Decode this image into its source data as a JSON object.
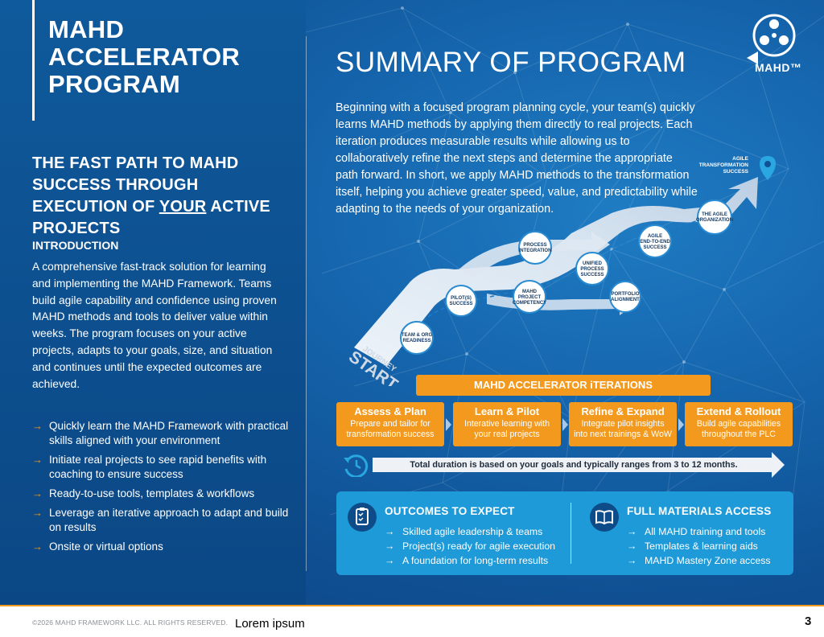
{
  "left": {
    "title": "MAHD\nACCELERATOR\nPROGRAM",
    "subtitle_pre": "THE FAST PATH TO MAHD SUCCESS THROUGH EXECUTION OF ",
    "subtitle_em": "YOUR",
    "subtitle_post": " ACTIVE PROJECTS",
    "intro_heading": "INTRODUCTION",
    "intro_text": "A comprehensive fast-track solution for learning and implementing the MAHD Framework. Teams build agile capability and confidence using proven MAHD methods and tools to deliver value within weeks. The program focuses on your active projects, adapts to your goals, size, and situation and continues until the expected outcomes are achieved.",
    "bullets": [
      "Quickly learn the MAHD Framework with practical skills aligned with your environment",
      "Initiate real projects to see rapid benefits with coaching to ensure success",
      "Ready-to-use tools, templates & workflows",
      "Leverage an iterative approach to adapt and build on results",
      "Onsite or virtual options"
    ]
  },
  "summary": {
    "title": "SUMMARY OF PROGRAM",
    "text": "Beginning with a focused program planning cycle, your team(s) quickly learns MAHD methods by applying them directly to real projects. Each iteration produces measurable results while allowing us to collaboratively refine the next steps and determine the appropriate path forward. In short, we apply MAHD methods to the transformation itself, helping you achieve greater speed, value, and predictability while adapting to the needs of your organization."
  },
  "logo": {
    "text": "MAHD™"
  },
  "journey": {
    "start_small": "JOURNEY",
    "start_big": "START",
    "goal_line1": "AGILE",
    "goal_line2": "TRANSFORMATION",
    "goal_line3": "SUCCESS",
    "milestones": [
      {
        "l1": "TEAM & ORG",
        "l2": "READINESS",
        "l3": ""
      },
      {
        "l1": "PILOT(S)",
        "l2": "SUCCESS",
        "l3": ""
      },
      {
        "l1": "MAHD",
        "l2": "PROJECT",
        "l3": "COMPETENCY"
      },
      {
        "l1": "PROCESS",
        "l2": "INTEGRATION",
        "l3": ""
      },
      {
        "l1": "UNIFIED",
        "l2": "PROCESS",
        "l3": "SUCCESS"
      },
      {
        "l1": "PORTFOLIO",
        "l2": "ALIGNMENT",
        "l3": ""
      },
      {
        "l1": "AGILE",
        "l2": "END-TO-END",
        "l3": "SUCCESS"
      },
      {
        "l1": "THE AGILE",
        "l2": "ORGANIZATION",
        "l3": ""
      }
    ]
  },
  "iterations": {
    "title": "MAHD ACCELERATOR iTERATIONS",
    "phases": [
      {
        "title": "Assess & Plan",
        "desc1": "Prepare and tailor for",
        "desc2": "transformation success"
      },
      {
        "title": "Learn & Pilot",
        "desc1": "Interative learning with",
        "desc2": "your real projects"
      },
      {
        "title": "Refine & Expand",
        "desc1": "Integrate pilot insights",
        "desc2": "into next trainings & WoW"
      },
      {
        "title": "Extend & Rollout",
        "desc1": "Build agile capabilities",
        "desc2": "throughout the PLC"
      }
    ],
    "duration": "Total duration is based on your goals and typically ranges from 3 to 12 months."
  },
  "outcomes": {
    "title": "OUTCOMES TO EXPECT",
    "items": [
      "Skilled agile leadership & teams",
      "Project(s) ready for agile execution",
      "A foundation for long-term results"
    ]
  },
  "materials": {
    "title": "FULL MATERIALS ACCESS",
    "items": [
      "All MAHD training and tools",
      "Templates & learning aids",
      "MAHD Mastery Zone access"
    ]
  },
  "footer": {
    "copyright": "©2026 MAHD FRAMEWORK LLC. ALL RIGHTS RESERVED.",
    "lorem": "Lorem ipsum",
    "page": "3"
  },
  "colors": {
    "accent_orange": "#f39a1e",
    "navy": "#0d4c88",
    "light_blue_box": "#1e9ad8"
  },
  "icons": [
    "clock-icon",
    "checklist-icon",
    "book-icon",
    "location-pin-icon",
    "mahd-logo"
  ]
}
